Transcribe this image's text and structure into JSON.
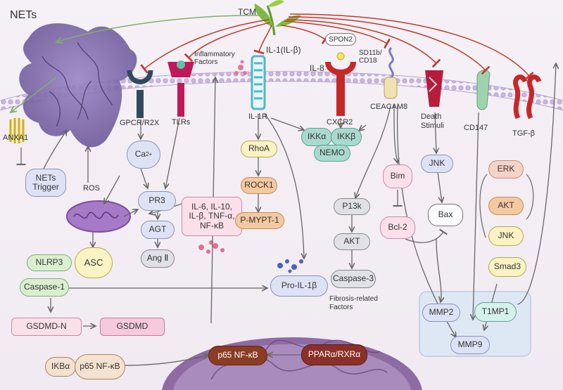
{
  "labels": {
    "tcm": "TCM",
    "nets": "NETs",
    "inflammatory_factors": "Inflammatory\nFactors",
    "il1": "IL-1(IL-β)",
    "il8": "IL-8",
    "spon2": "SPON2",
    "sd11b": "SD11b/\nCD18",
    "gpcr": "GPCR/R2X",
    "tlrs": "TLRs",
    "il1r": "IL-1R",
    "cxcr2": "CXCR2",
    "ceacam8": "CEACAM8",
    "death_stimuli": "Death\nStimuli",
    "cd147": "CD147",
    "tgfb": "TGF-β",
    "anxa1": "ANXA1",
    "ros": "ROS",
    "fibrosis": "Fibrosis-related\nFactors"
  },
  "nodes": {
    "nets_trigger": "NETs\nTrigger",
    "ca": "Ca",
    "ca_sup": "2+",
    "pr3": "PR3",
    "agt": "AGT",
    "ang": "Ang Ⅱ",
    "cytokines": "IL-6, IL-10,\nIL-β, TNF-α,\nNF-κB",
    "rhoa": "RhoA",
    "rock1": "ROCK1",
    "pmypt1": "P-MYPT-1",
    "ikka": "IKKα",
    "ikkb": "IKKβ",
    "nemo": "NEMO",
    "bim": "Bim",
    "bcl2": "Bcl-2",
    "jnk1": "JNK",
    "bax": "Bax",
    "p13k": "P13k",
    "akt1": "AKT",
    "caspase3": "Caspase-3",
    "erk": "ERK",
    "akt2": "AKT",
    "jnk2": "JNK",
    "smad3": "Smad3",
    "nlrp3": "NLRP3",
    "asc": "ASC",
    "caspase1": "Caspase-1",
    "gsdmdn": "GSDMD-N",
    "gsdmd": "GSDMD",
    "proil1b": "Pro-IL-1β",
    "mmp2": "MMP2",
    "t1mp1": "T1MP1",
    "mmp9": "MMP9",
    "ikba": "IKBα",
    "p65a": "p65 NF-κB",
    "p65b": "p65 NF-κB",
    "ppar": "PPARα/RXRα"
  },
  "colors": {
    "membrane": "#c9b6e0",
    "inhibit_arrow": "#c0392b",
    "activation_arrow": "#666666",
    "nets_purple": "#7a66a8",
    "nucleus": "#8e6ba3"
  }
}
